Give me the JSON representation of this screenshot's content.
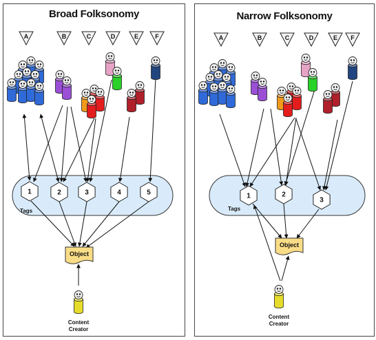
{
  "panels": [
    {
      "id": "broad",
      "title": "Broad Folksonomy",
      "user_labels": [
        "A",
        "B",
        "C",
        "D",
        "E",
        "F"
      ],
      "tags_label": "Tags",
      "tags": [
        "1",
        "2",
        "3",
        "4",
        "5"
      ],
      "object_label": "Object",
      "creator_label": [
        "Content",
        "Creator"
      ]
    },
    {
      "id": "narrow",
      "title": "Narrow Folksonomy",
      "user_labels": [
        "A",
        "B",
        "C",
        "D",
        "E",
        "F"
      ],
      "tags_label": "Tags",
      "tags": [
        "1",
        "2",
        "3"
      ],
      "object_label": "Object",
      "creator_label": [
        "Content",
        "Creator"
      ]
    }
  ],
  "colors": {
    "user_a": "#2f6ad8",
    "user_b": "#9a4fd6",
    "user_c_back": "#f29a1c",
    "user_c_front": "#e31d1d",
    "user_d_top": "#e7a3c6",
    "user_d_front": "#29d129",
    "user_e": "#b0202a",
    "user_f": "#21457f",
    "creator": "#e6dd2a",
    "tags_band": "#d9ebfa",
    "object_note": "#f9dc86"
  }
}
